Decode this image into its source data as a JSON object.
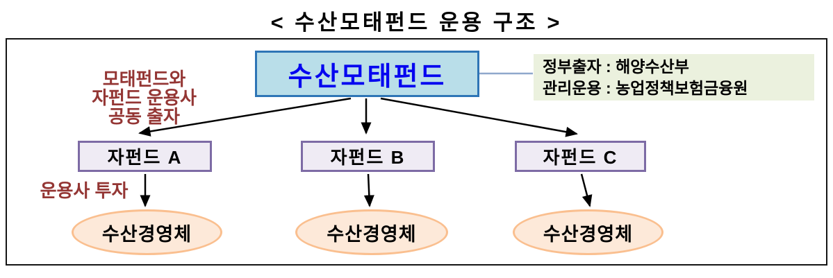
{
  "title": "< 수산모태펀드 운용 구조 >",
  "diagram": {
    "root": {
      "label": "수산모태펀드"
    },
    "info_box": {
      "line1": "정부출자 : 해양수산부",
      "line2": "관리운용 : 농업정책보험금융원"
    },
    "annotations": {
      "co_investment": {
        "line1": "모태펀드와",
        "line2": "자펀드 운용사",
        "line3": "공동 출자"
      },
      "manager_investment": "운용사 투자"
    },
    "sub_funds": [
      {
        "label": "자펀드 A"
      },
      {
        "label": "자펀드 B"
      },
      {
        "label": "자펀드 C"
      }
    ],
    "enterprises": [
      {
        "label": "수산경영체"
      },
      {
        "label": "수산경영체"
      },
      {
        "label": "수산경영체"
      }
    ],
    "colors": {
      "root_fill": "#b9dee9",
      "root_border": "#2e75b6",
      "root_text": "#0505f0",
      "info_fill": "#ebf1de",
      "annotation_text": "#943634",
      "sub_fund_fill": "#efebf4",
      "sub_fund_border": "#7d6ba5",
      "enterprise_fill": "#fde9d9",
      "enterprise_border": "#fabf8f",
      "arrow": "#000000",
      "connector": "#8fa8cc",
      "frame_border": "#141414"
    }
  }
}
